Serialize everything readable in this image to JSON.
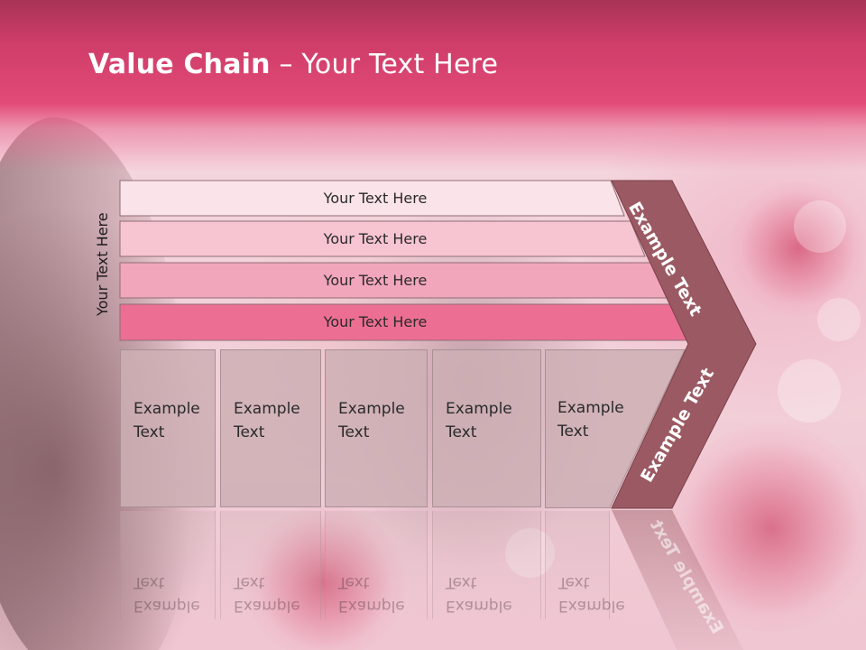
{
  "slide": {
    "title_bold": "Value Chain",
    "title_rest": " – Your Text Here",
    "side_label": "Your Text Here"
  },
  "rows": [
    {
      "label": "Your Text Here",
      "fill": "#fbe3ea"
    },
    {
      "label": "Your Text Here",
      "fill": "#f7c4d2"
    },
    {
      "label": "Your Text Here",
      "fill": "#f2a6bb"
    },
    {
      "label": "Your Text Here",
      "fill": "#ec6f93"
    }
  ],
  "boxes": [
    {
      "line1": "Example",
      "line2": "Text"
    },
    {
      "line1": "Example",
      "line2": "Text"
    },
    {
      "line1": "Example",
      "line2": "Text"
    },
    {
      "line1": "Example",
      "line2": "Text"
    },
    {
      "line1": "Example",
      "line2": "Text"
    }
  ],
  "chevron": {
    "top_label": "Example Text",
    "bottom_label": "Example Text",
    "fill": "#9b5a63"
  },
  "colors": {
    "header": "#e24a77",
    "row_border": "#8f6e74",
    "box_fill": "#cdb0b4"
  }
}
